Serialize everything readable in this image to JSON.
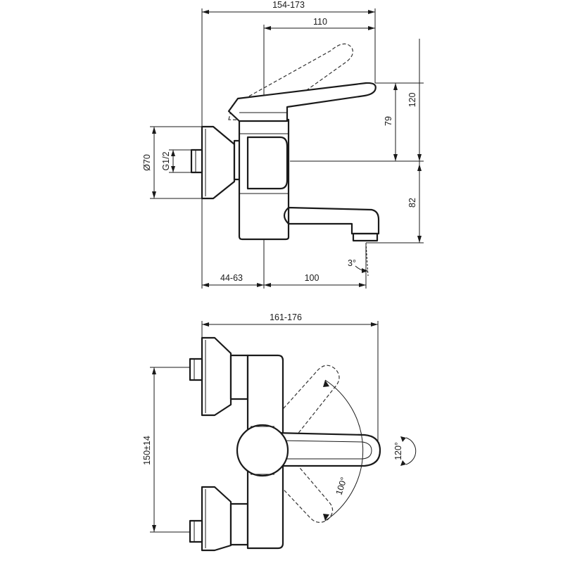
{
  "side_view": {
    "overall_depth": "154-173",
    "lever_reach": "110",
    "lever_height_total": "120",
    "lever_height": "79",
    "rosette_diameter": "Ø70",
    "thread": "G1/2",
    "spout_height": "82",
    "wall_offset": "44-63",
    "spout_reach": "100",
    "spout_angle": "3°"
  },
  "top_view": {
    "overall_depth": "161-176",
    "connection_centres": "150±14",
    "lever_rotation": "100°",
    "spout_rotation": "120°"
  }
}
